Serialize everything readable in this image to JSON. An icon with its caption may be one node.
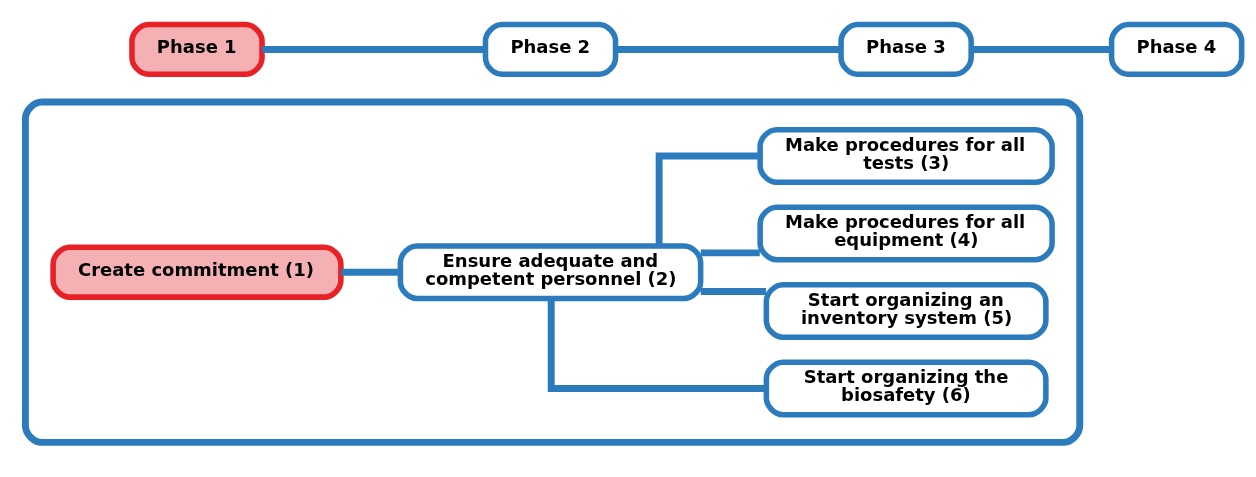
{
  "diagram": {
    "nodes": [
      {
        "text": [
          "Phase 1"
        ]
      },
      {
        "text": [
          "Phase 2"
        ]
      },
      {
        "text": [
          "Phase 3"
        ]
      },
      {
        "text": [
          "Phase 4"
        ]
      },
      {
        "text": [],
        "shape": "box"
      },
      {
        "text": [
          "Create commitment (1)"
        ],
        "in": 4
      },
      {
        "text": [
          "Ensure adequate and competent personnel (2)"
        ],
        "in": 4
      },
      {
        "text": [
          "Make procedures for all tests (3)"
        ],
        "in": 4
      },
      {
        "text": [
          "Make procedures for all equipment (4)"
        ],
        "in": 4
      },
      {
        "text": [
          "Start organizing an inventory system (5)"
        ],
        "in": 4
      },
      {
        "text": [
          "Start organizing the biosafety (6)"
        ],
        "in": 4
      }
    ],
    "edges": [
      {
        "from": 0,
        "to": 1,
        "arrow": "none"
      },
      {
        "from": 1,
        "to": 2,
        "arrow": "none"
      },
      {
        "from": 2,
        "to": 3,
        "arrow": "none"
      },
      {
        "from": 5,
        "to": 6,
        "arrow": "none"
      },
      {
        "from": 6,
        "to": 7,
        "arrow": "none"
      },
      {
        "from": 6,
        "to": 8,
        "arrow": "none"
      },
      {
        "from": 6,
        "to": 9,
        "arrow": "none"
      },
      {
        "from": 6,
        "to": 10,
        "arrow": "none"
      }
    ]
  }
}
